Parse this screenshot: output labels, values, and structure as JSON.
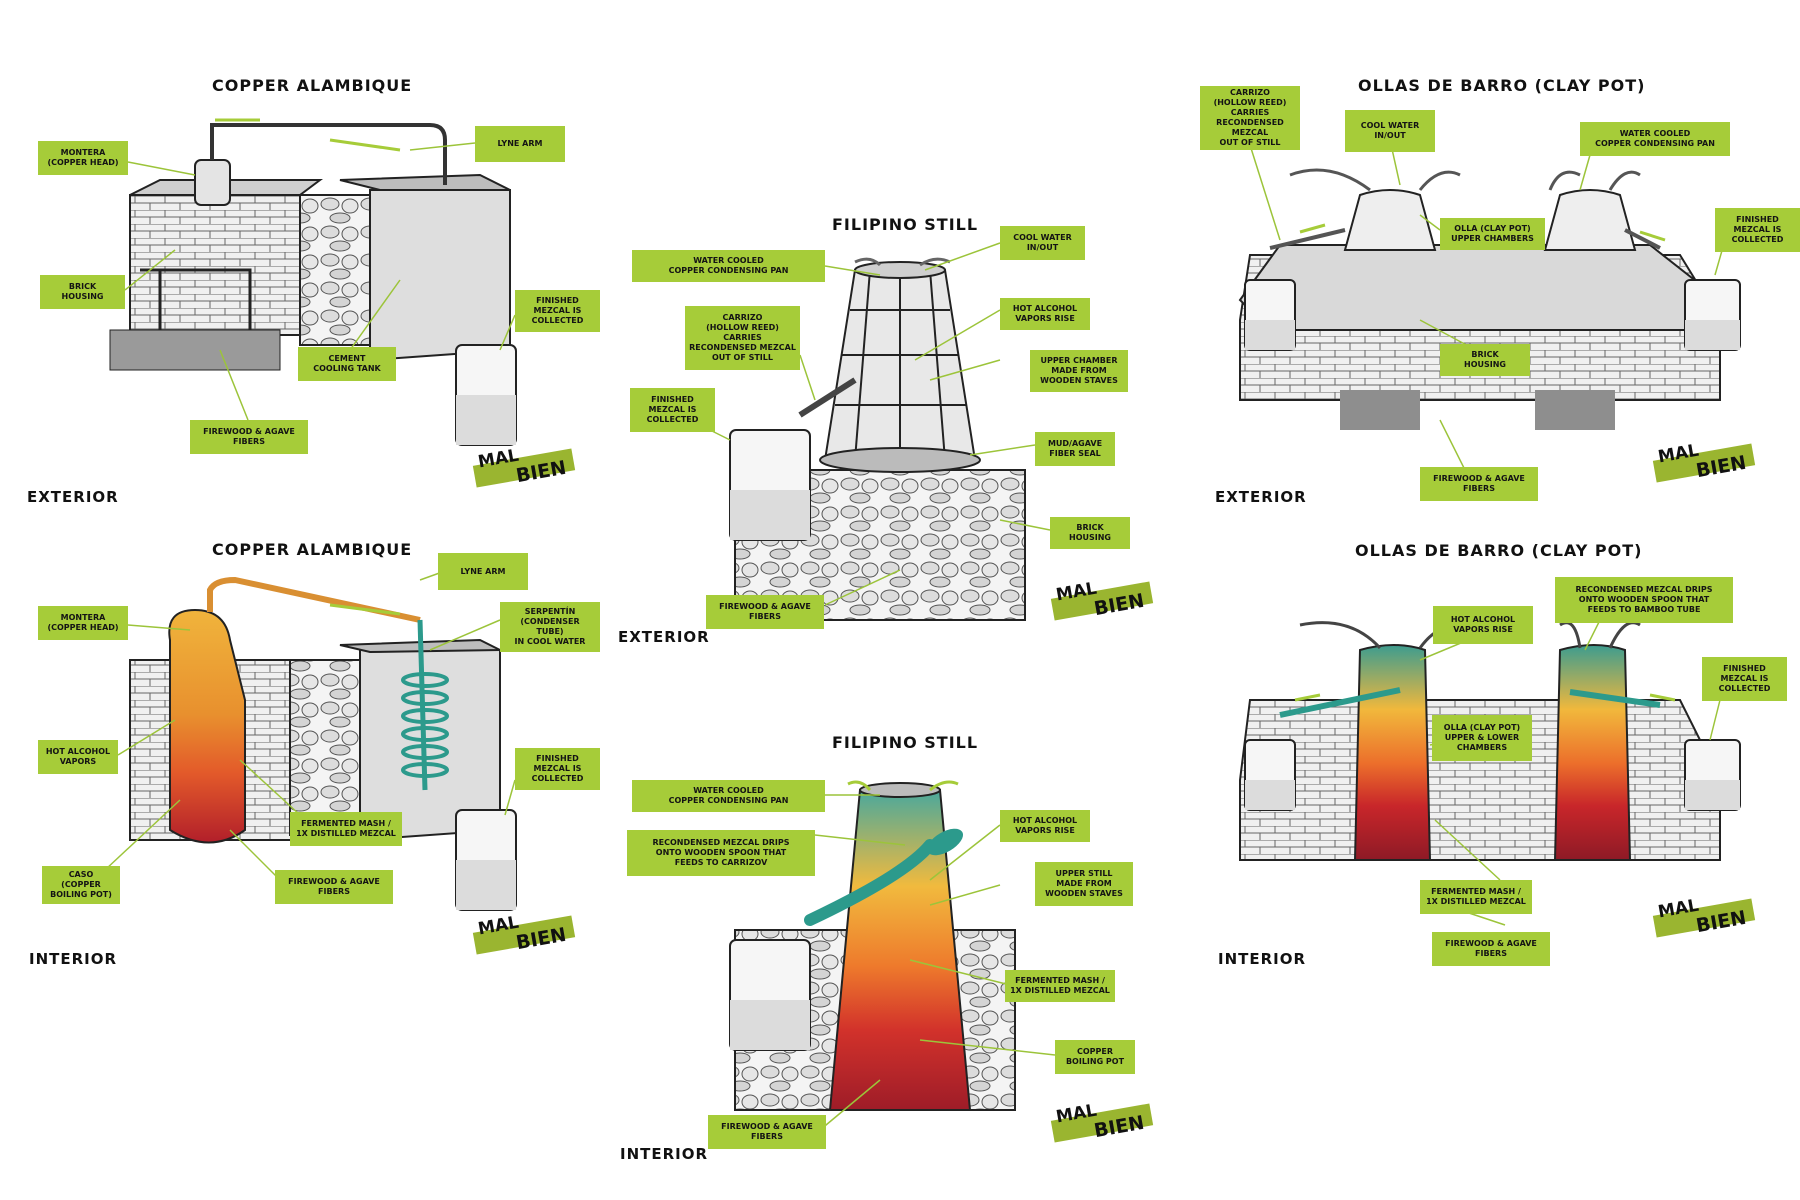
{
  "titles": {
    "copper_ext": "COPPER ALAMBIQUE",
    "copper_int": "COPPER ALAMBIQUE",
    "filipino_ext": "FILIPINO STILL",
    "filipino_int": "FILIPINO STILL",
    "ollas_ext": "OLLAS DE BARRO (CLAY POT)",
    "ollas_int": "OLLAS DE BARRO (CLAY POT)"
  },
  "tags": {
    "copper_ext": "EXTERIOR",
    "copper_int": "INTERIOR",
    "filipino_ext": "EXTERIOR",
    "filipino_int": "INTERIOR",
    "ollas_ext": "EXTERIOR",
    "ollas_int": "INTERIOR"
  },
  "logo": {
    "word1": "MAL",
    "word2": "BIEN"
  },
  "labels": {
    "ce_montera": "MONTERA\n(COPPER HEAD)",
    "ce_lyne": "LYNE ARM",
    "ce_brick": "BRICK\nHOUSING",
    "ce_cement": "CEMENT\nCOOLING TANK",
    "ce_finished": "FINISHED\nMEZCAL IS\nCOLLECTED",
    "ce_firewood": "FIREWOOD & AGAVE\nFIBERS",
    "ci_lyne": "LYNE ARM",
    "ci_montera": "MONTERA\n(COPPER HEAD)",
    "ci_serpentin": "SERPENTÍN\n(CONDENSER\nTUBE)\nIN COOL WATER",
    "ci_vapors": "HOT ALCOHOL\nVAPORS",
    "ci_finished": "FINISHED\nMEZCAL IS\nCOLLECTED",
    "ci_mash": "FERMENTED MASH /\n1X DISTILLED MEZCAL",
    "ci_caso": "CASO\n(COPPER\nBOILING POT)",
    "ci_firewood": "FIREWOOD & AGAVE\nFIBERS",
    "fe_coolwater": "COOL WATER\nIN/OUT",
    "fe_pan": "WATER COOLED\nCOPPER CONDENSING PAN",
    "fe_carrizo": "CARRIZO\n(HOLLOW REED)\nCARRIES\nRECONDENSED MEZCAL\nOUT OF STILL",
    "fe_hotvapors": "HOT ALCOHOL\nVAPORS RISE",
    "fe_upper": "UPPER CHAMBER\nMADE FROM\nWOODEN STAVES",
    "fe_finished": "FINISHED\nMEZCAL IS\nCOLLECTED",
    "fe_mud": "MUD/AGAVE\nFIBER SEAL",
    "fe_brick": "BRICK\nHOUSING",
    "fe_firewood": "FIREWOOD & AGAVE\nFIBERS",
    "fi_pan": "WATER COOLED\nCOPPER CONDENSING PAN",
    "fi_drips": "RECONDENSED MEZCAL DRIPS\nONTO WOODEN SPOON THAT\nFEEDS TO CARRIZOV",
    "fi_hotvapors": "HOT ALCOHOL\nVAPORS RISE",
    "fi_upperstill": "UPPER STILL\nMADE FROM\nWOODEN STAVES",
    "fi_mash": "FERMENTED MASH /\n1X DISTILLED MEZCAL",
    "fi_copperpot": "COPPER\nBOILING POT",
    "fi_firewood": "FIREWOOD & AGAVE\nFIBERS",
    "oe_carrizo": "CARRIZO\n(HOLLOW REED)\nCARRIES\nRECONDENSED MEZCAL\nOUT OF STILL",
    "oe_coolwater": "COOL WATER\nIN/OUT",
    "oe_pan": "WATER COOLED\nCOPPER CONDENSING PAN",
    "oe_olla": "OLLA (CLAY POT)\nUPPER CHAMBERS",
    "oe_finished": "FINISHED\nMEZCAL IS\nCOLLECTED",
    "oe_brick": "BRICK\nHOUSING",
    "oe_firewood": "FIREWOOD & AGAVE\nFIBERS",
    "oi_hotvapors": "HOT ALCOHOL\nVAPORS RISE",
    "oi_drips": "RECONDENSED MEZCAL DRIPS\nONTO WOODEN SPOON THAT\nFEEDS TO BAMBOO TUBE",
    "oi_finished": "FINISHED\nMEZCAL IS\nCOLLECTED",
    "oi_olla": "OLLA (CLAY POT)\nUPPER & LOWER\nCHAMBERS",
    "oi_mash": "FERMENTED MASH /\n1X DISTILLED MEZCAL",
    "oi_firewood": "FIREWOOD & AGAVE\nFIBERS"
  },
  "colors": {
    "label_bg": "#a6cc39",
    "leader": "#9cc43a",
    "copper": "#e8a23a",
    "mash": "#e65a2a",
    "fire": "#b7202a",
    "teal": "#2c9a8c"
  }
}
